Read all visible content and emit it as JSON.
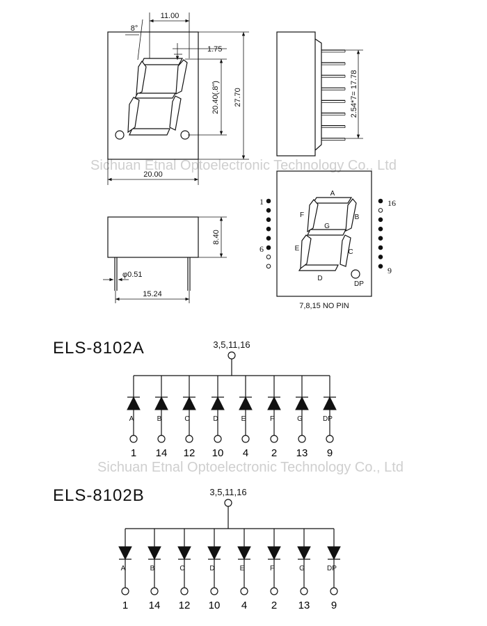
{
  "watermark": "Sichuan Etnal Optoelectronic Technology Co., Ltd",
  "front_view": {
    "angle": "8°",
    "width_top": "11.00",
    "offset": "1.75",
    "digit_height": "20.40(.8\")",
    "height": "27.70",
    "width": "20.00"
  },
  "side_view": {
    "pitch": "2.54*7= 17.78"
  },
  "bottom_view": {
    "height": "8.40",
    "pin_diameter": "φ0.51",
    "row_spacing": "15.24"
  },
  "pinout": {
    "segments": [
      "A",
      "B",
      "C",
      "D",
      "E",
      "F",
      "G"
    ],
    "dp": "DP",
    "pin_left_top": "1",
    "pin_left_bottom": "6",
    "pin_right_top": "16",
    "pin_right_bottom": "9",
    "note": "7,8,15 NO PIN"
  },
  "schematics": [
    {
      "title": "ELS-8102A",
      "common": "3,5,11,16",
      "labels": [
        "A",
        "B",
        "C",
        "D",
        "E",
        "F",
        "G",
        "DP"
      ],
      "pins": [
        "1",
        "14",
        "12",
        "10",
        "4",
        "2",
        "13",
        "9"
      ]
    },
    {
      "title": "ELS-8102B",
      "common": "3,5,11,16",
      "labels": [
        "A",
        "B",
        "C",
        "D",
        "E",
        "F",
        "G",
        "DP"
      ],
      "pins": [
        "1",
        "14",
        "12",
        "10",
        "4",
        "2",
        "13",
        "9"
      ]
    }
  ]
}
